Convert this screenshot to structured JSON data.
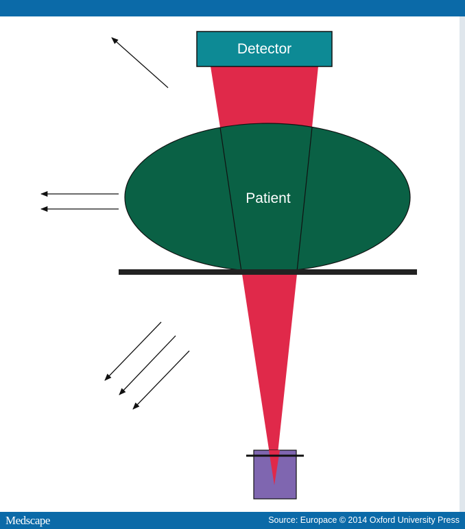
{
  "diagram": {
    "detector_label": "Detector",
    "patient_label": "Patient"
  },
  "footer": {
    "brand": "Medscape",
    "source": "Source: Europace © 2014 Oxford University Press"
  },
  "colors": {
    "header_bar": "#0b6aa8",
    "detector_fill": "#0d8a95",
    "beam": "#e0294a",
    "patient_fill": "#0a6145",
    "source_box": "#7f66b0",
    "table": "#222222"
  }
}
